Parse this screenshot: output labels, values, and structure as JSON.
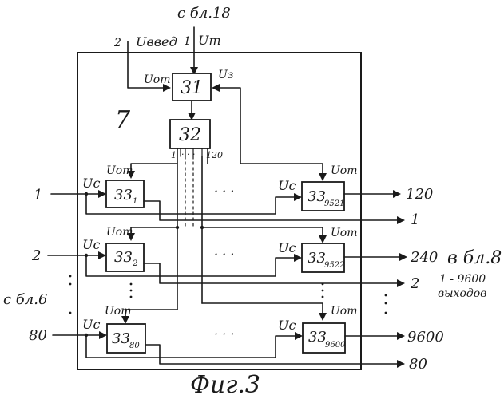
{
  "top_source": "с бл.18",
  "input_2": "2",
  "u_vved": "Uввед",
  "input_1": "1",
  "u_t": "Uт",
  "u_ot": "Uот",
  "u_z": "Uз",
  "u_c": "Uс",
  "block_number": "7",
  "block_31": "31",
  "block_32": "32",
  "out_32_first": "1",
  "out_32_last": "120",
  "block_33_base": "33",
  "sub_1": "1",
  "sub_2": "2",
  "sub_80": "80",
  "sub_9521": "9521",
  "sub_9522": "9522",
  "sub_9600": "9600",
  "in_1": "1",
  "in_2": "2",
  "in_80": "80",
  "left_source": "с бл.6",
  "out_120": "120",
  "out_240": "240",
  "out_9600": "9600",
  "bus_1": "1",
  "bus_2": "2",
  "bus_80": "80",
  "right_dest": "в бл.8",
  "right_range": "1 - 9600",
  "right_outputs": "выходов",
  "ellipsis": "· · ·",
  "caption": "Фиг.3"
}
